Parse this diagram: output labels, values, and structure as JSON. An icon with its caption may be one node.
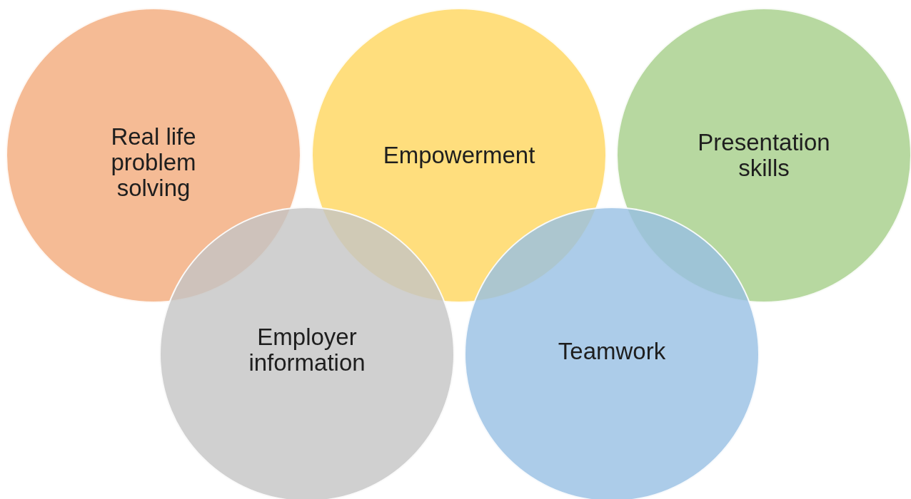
{
  "diagram": {
    "nodes": [
      {
        "text": [
          "Real life problem solving"
        ]
      },
      {
        "text": [
          "Empowerment"
        ]
      },
      {
        "text": [
          "Presentation skills"
        ]
      },
      {
        "text": [
          "Employer information"
        ]
      },
      {
        "text": [
          "Teamwork"
        ]
      }
    ]
  }
}
